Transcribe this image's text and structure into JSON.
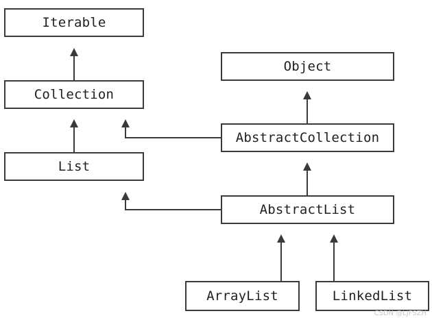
{
  "nodes": {
    "iterable": "Iterable",
    "collection": "Collection",
    "list": "List",
    "object": "Object",
    "abstract_collection": "AbstractCollection",
    "abstract_list": "AbstractList",
    "array_list": "ArrayList",
    "linked_list": "LinkedList"
  },
  "watermark": "CSDN @LJFSZH",
  "colors": {
    "line": "#3a3a3a",
    "box_border": "#3a3a3a",
    "text": "#1f1f1f"
  }
}
